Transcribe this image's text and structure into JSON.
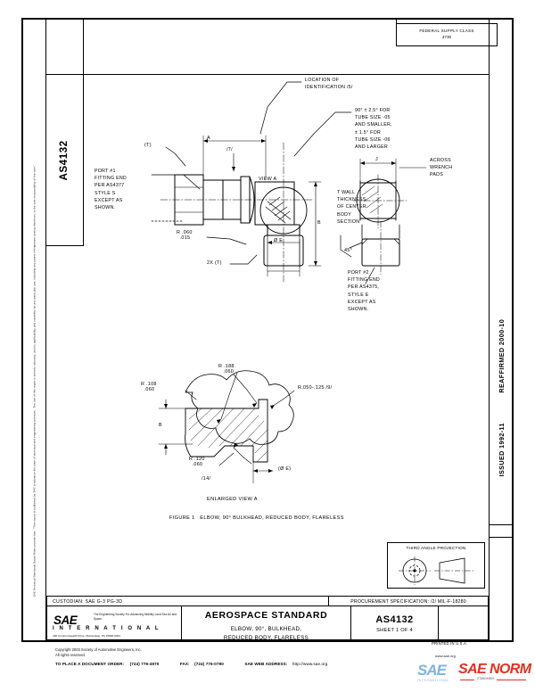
{
  "document": {
    "standard_number": "AS4132",
    "side_tab_label": "AS4132",
    "federal_supply_class_label": "FEDERAL SUPPLY CLASS",
    "federal_supply_class_value": "4730",
    "issued": "ISSUED 1992-11",
    "reaffirmed": "REAFFIRMED 2000-10",
    "disclaimer": "SAE Technical Standards Board Rules provide that:  \"This report is published by SAE to advance the state of technical and engineering sciences.  The use of this report is entirely voluntary, and its applicability and suitability for any particular use, including any patent infringement arising therefrom, is the sole responsibility of the user.\""
  },
  "title_block": {
    "custodian": "CUSTODIAN: SAE G-3 PG-3D",
    "procurement_specification": "PROCUREMENT SPECIFICATION:  /2/ MIL-F-18280",
    "aerospace_standard": "AEROSPACE STANDARD",
    "part_title_line1": "ELBOW, 90°, BULKHEAD,",
    "part_title_line2": "REDUCED BODY, FLARELESS",
    "number": "AS4132",
    "sheet": "SHEET 1 OF 4",
    "printed": "PRINTED IN U.S.A.",
    "sae_name_big": "SAE",
    "sae_tagline": "The Engineering Society\nFor Advancing Mobility\nLand Sea Air and Space",
    "sae_international": "I N T E R N A T I O N A L",
    "sae_address": "400 Commonwealth Drive, Warrendale, PA 15096-0001"
  },
  "third_angle_projection": {
    "caption": "THIRD ANGLE PROJECTION"
  },
  "footer": {
    "copyright_line1": "Copyright 2003 Society of Automotive Engineers, Inc.",
    "copyright_line2": "All rights reserved.",
    "order_label": "TO PLACE A DOCUMENT ORDER:",
    "order_value": "(724) 776-4970",
    "fax_label": "FAX:",
    "fax_value": "(724) 776-0790",
    "web_label": "SAE WEB ADDRESS:",
    "web_value": "http://www.sae.org"
  },
  "watermark": {
    "top": "www.sae.org",
    "sae": "SAE",
    "norm": "SAE NORM",
    "international": "INTERNATIONAL",
    "sub": "STANDARDS"
  },
  "drawing": {
    "figure_caption": "FIGURE 1   ELBOW, 90° BULKHEAD, REDUCED BODY, FLARELESS",
    "enlarged_view_caption": "ENLARGED VIEW A",
    "view_a_label": "VIEW A",
    "notes": {
      "location_identification": "LOCATION OF\nIDENTIFICATION /5/",
      "angle_tolerance": "90° ± 2.5° FOR\nTUBE SIZE -05\nAND SMALLER,\n± 1.5° FOR\nTUBE SIZE -06\nAND LARGER",
      "across_wrench_pads": "ACROSS\nWRENCH\nPADS",
      "wall_thickness": "T WALL\nTHICKNESS\nOF CENTER\nBODY\nSECTION",
      "port1": "PORT #1\nFITTING END\nPER AS4377\nSTYLE S\nEXCEPT AS\nSHOWN.",
      "port2": "PORT #2\nFITTING END\nPER AS4375,\nSTYLE E\nEXCEPT AS\nSHOWN."
    },
    "dimensions": {
      "a": "A",
      "b": "B",
      "j": "J",
      "t_ref": "(T)",
      "t_2x": "2X (T)",
      "flag7": "/7/",
      "angle_45": "45°",
      "dia_e": "Ø E",
      "dia_e_paren": "(Ø E)",
      "r_060_015": "R .060\n  .015",
      "r_188_060": "R .188\n   .060",
      "r_108_060": "R .108\n  .060",
      "r_120_060": "R .120\n  .060",
      "r_050_125": "R.050-.125 /9/",
      "flag14": "/14/",
      "b_small": "B"
    }
  }
}
